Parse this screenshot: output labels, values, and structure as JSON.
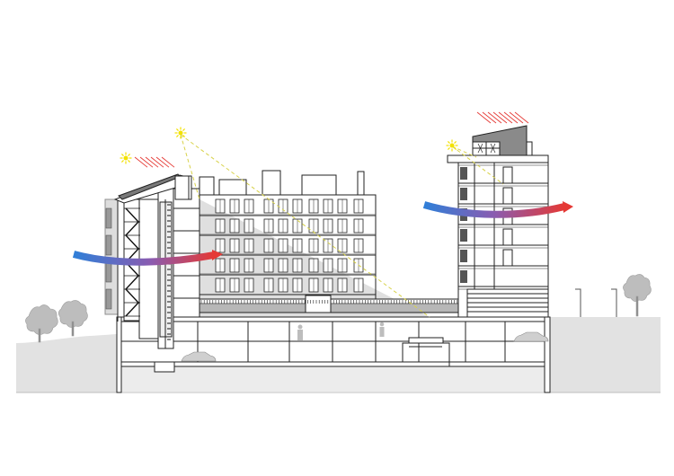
{
  "diagram": {
    "kind": "architectural-section",
    "features": {
      "sun_symbols": [
        "sun-icon",
        "sun-icon"
      ],
      "solar_radiation": "red-hatched-arrows",
      "airflow": "blue-to-red-gradient-arrows",
      "vegetation": "tree-icon",
      "vehicles": "car-icon",
      "people": "person-icon"
    },
    "colors": {
      "background": "#ffffff",
      "ground": "#e2e2e2",
      "line": "#222222",
      "shadow": "#dcdcdc",
      "sun": "#f2e100",
      "sun_ray": "#d8d24a",
      "radiation": "#e53935",
      "air_cool": "#2f7fd8",
      "air_warm": "#e53935",
      "tree": "#bdbdbd"
    }
  }
}
